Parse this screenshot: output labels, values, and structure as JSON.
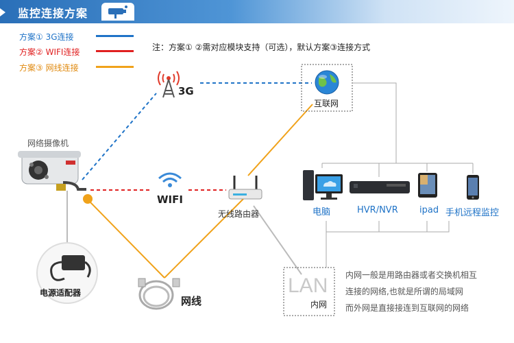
{
  "header": {
    "title": "监控连接方案"
  },
  "legend": {
    "items": [
      {
        "prefix": "方案",
        "num": "①",
        "label": " 3G连接",
        "color": "#1f73c7"
      },
      {
        "prefix": "方案",
        "num": "②",
        "label": " WIFI连接",
        "color": "#e02020"
      },
      {
        "prefix": "方案",
        "num": "③",
        "label": " 网线连接",
        "color": "#f0a21a"
      }
    ]
  },
  "note": "注：方案① ②需对应模块支持（可选），默认方案③连接方式",
  "nodes": {
    "camera": "网络摄像机",
    "tower": "3G",
    "internet": "互联网",
    "wifi": "WIFI",
    "router": "无线路由器",
    "adapter": "电源适配器",
    "cable": "网线",
    "lan_big": "LAN",
    "lan_small": "内网",
    "pc": "电脑",
    "hvr": "HVR/NVR",
    "ipad": "ipad",
    "phone": "手机远程监控"
  },
  "description": [
    "内网一般是用路由器或者交换机相互",
    "连接的网络,也就是所谓的局域网",
    "而外网是直接接连到互联网的网络"
  ]
}
